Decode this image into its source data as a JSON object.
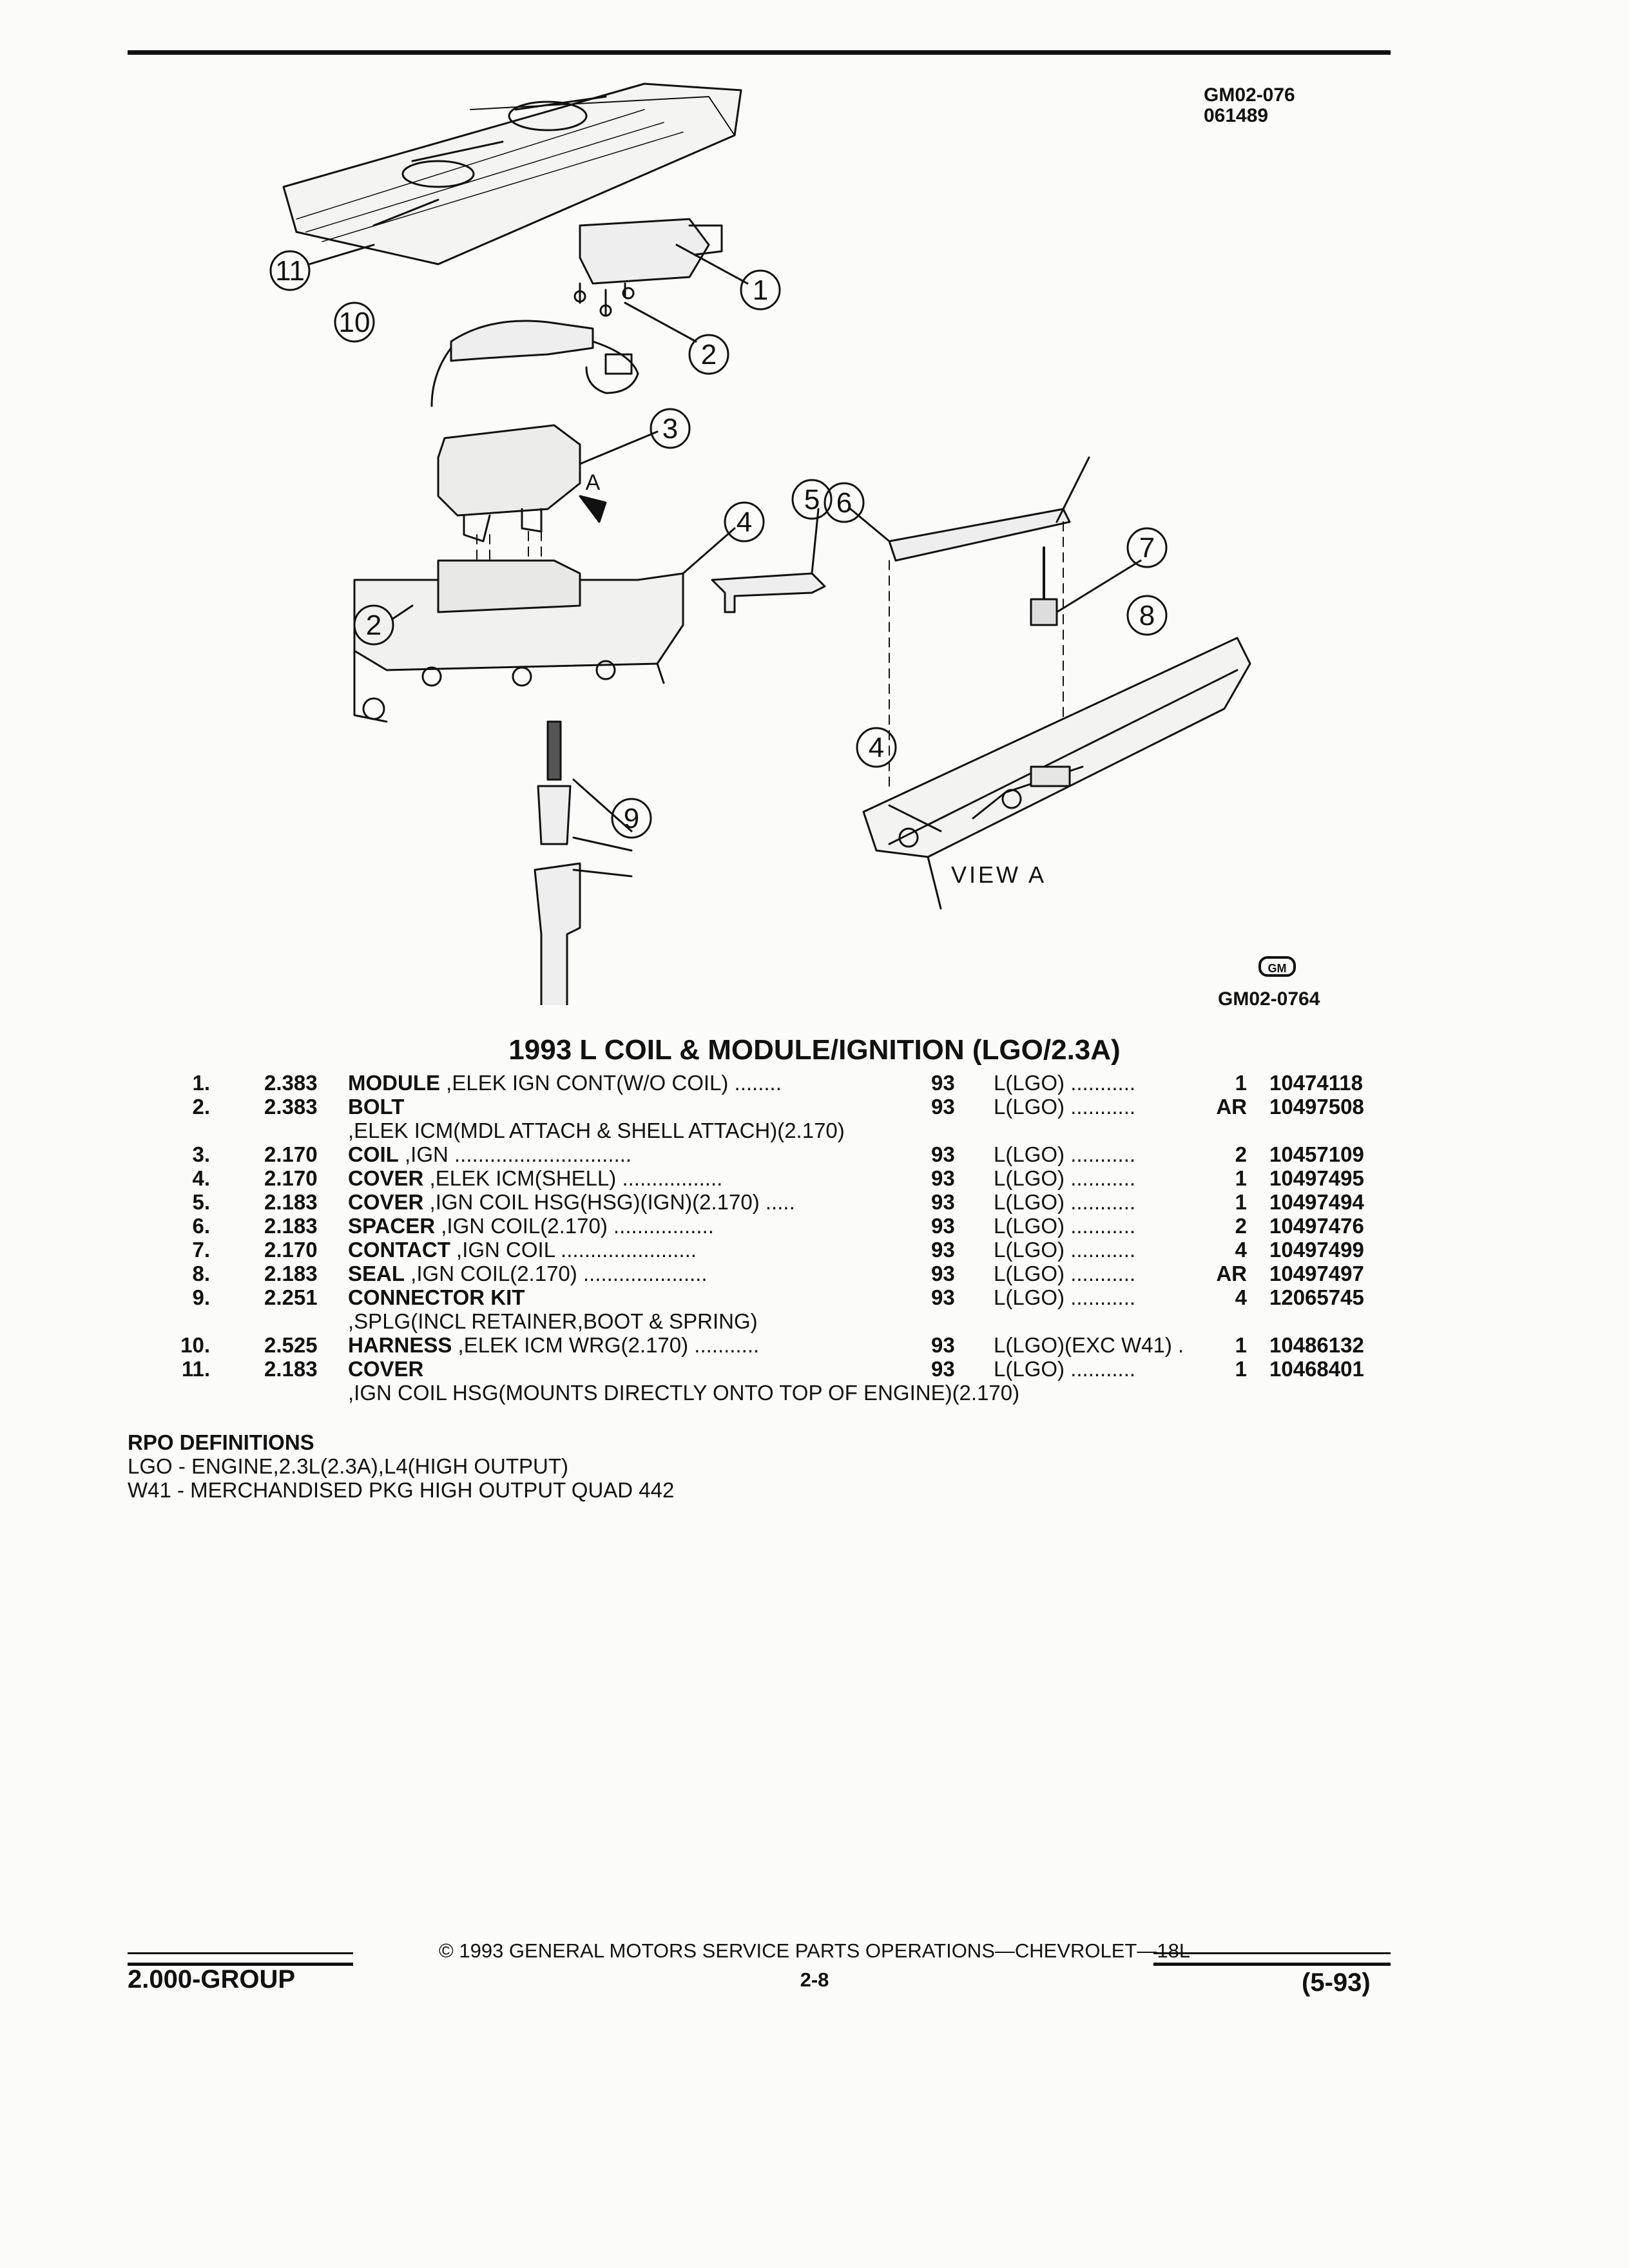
{
  "header": {
    "code_1": "GM02-076",
    "code_2": "061489"
  },
  "diagram": {
    "callouts": [
      "1",
      "2",
      "3",
      "4",
      "5",
      "6",
      "7",
      "8",
      "9",
      "10",
      "11"
    ],
    "arrow_label": "A",
    "view_label": "VIEW A",
    "logo_text": "GM",
    "code": "GM02-0764"
  },
  "section_title": "1993 L COIL & MODULE/IGNITION (LGO/2.3A)",
  "parts": [
    {
      "item": "1.",
      "group": "2.383",
      "name": "MODULE",
      "desc": " ,ELEK IGN CONT(W/O COIL)",
      "dots": "........",
      "year": "93",
      "model": "L(LGO) ...........",
      "qty": "1",
      "part": "10474118"
    },
    {
      "item": "2.",
      "group": "2.383",
      "name": "BOLT",
      "desc": " ,ELEK ICM(MDL ATTACH & SHELL ATTACH)(2.170)",
      "dots": "",
      "year": "93",
      "model": "L(LGO) ...........",
      "qty": "AR",
      "part": "10497508"
    },
    {
      "item": "3.",
      "group": "2.170",
      "name": "COIL",
      "desc": " ,IGN",
      "dots": "..............................",
      "year": "93",
      "model": "L(LGO) ...........",
      "qty": "2",
      "part": "10457109"
    },
    {
      "item": "4.",
      "group": "2.170",
      "name": "COVER",
      "desc": " ,ELEK ICM(SHELL)",
      "dots": ".................",
      "year": "93",
      "model": "L(LGO) ...........",
      "qty": "1",
      "part": "10497495"
    },
    {
      "item": "5.",
      "group": "2.183",
      "name": "COVER",
      "desc": " ,IGN COIL HSG(HSG)(IGN)(2.170)",
      "dots": ".....",
      "year": "93",
      "model": "L(LGO) ...........",
      "qty": "1",
      "part": "10497494"
    },
    {
      "item": "6.",
      "group": "2.183",
      "name": "SPACER",
      "desc": " ,IGN COIL(2.170)",
      "dots": ".................",
      "year": "93",
      "model": "L(LGO) ...........",
      "qty": "2",
      "part": "10497476"
    },
    {
      "item": "7.",
      "group": "2.170",
      "name": "CONTACT",
      "desc": " ,IGN COIL",
      "dots": ".......................",
      "year": "93",
      "model": "L(LGO) ...........",
      "qty": "4",
      "part": "10497499"
    },
    {
      "item": "8.",
      "group": "2.183",
      "name": "SEAL",
      "desc": " ,IGN COIL(2.170)",
      "dots": ".....................",
      "year": "93",
      "model": "L(LGO) ...........",
      "qty": "AR",
      "part": "10497497"
    },
    {
      "item": "9.",
      "group": "2.251",
      "name": "CONNECTOR KIT",
      "desc": " ,SPLG(INCL RETAINER,BOOT & SPRING)",
      "dots": "",
      "year": "93",
      "model": "L(LGO) ...........",
      "qty": "4",
      "part": "12065745"
    },
    {
      "item": "10.",
      "group": "2.525",
      "name": "HARNESS",
      "desc": " ,ELEK ICM WRG(2.170)",
      "dots": "...........",
      "year": "93",
      "model": "L(LGO)(EXC W41) .",
      "qty": "1",
      "part": "10486132"
    },
    {
      "item": "11.",
      "group": "2.183",
      "name": "COVER",
      "desc": " ,IGN COIL HSG(MOUNTS DIRECTLY ONTO TOP OF ENGINE)(2.170)",
      "dots": "",
      "year": "93",
      "model": "L(LGO) ...........",
      "qty": "1",
      "part": "10468401"
    }
  ],
  "rpo": {
    "title": "RPO DEFINITIONS",
    "lines": [
      "LGO - ENGINE,2.3L(2.3A),L4(HIGH OUTPUT)",
      "W41 - MERCHANDISED PKG HIGH OUTPUT QUAD 442"
    ]
  },
  "footer": {
    "copyright": "© 1993 GENERAL MOTORS SERVICE PARTS OPERATIONS—CHEVROLET—18L",
    "page": "2-8",
    "group": "2.000-GROUP",
    "date": "(5-93)"
  }
}
